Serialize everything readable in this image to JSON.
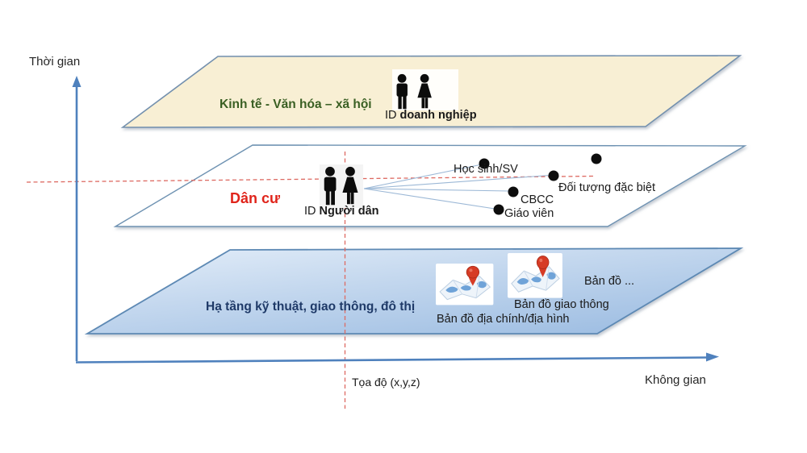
{
  "axes": {
    "y_axis_label": "Thời gian",
    "x_axis_label": "Không gian",
    "origin_label": "Tọa độ (x,y,z)"
  },
  "layers": {
    "economy": {
      "name": "Kinh tế - Văn hóa – xã hội",
      "entity_id_prefix": "ID ",
      "entity_id_name": "doanh nghiệp"
    },
    "population": {
      "name": "Dân cư",
      "entity_id_prefix": "ID ",
      "entity_id_name": "Người dân",
      "groups": {
        "students": "Học sinh/SV",
        "civil_servants": "CBCC",
        "teachers": "Giáo viên",
        "special_subjects": "Đối tượng đặc biệt"
      }
    },
    "infrastructure": {
      "name": "Hạ tầng kỹ thuật, giao thông, đô thị",
      "maps": {
        "cadastral_topographic": "Bản đồ địa chính/địa hình",
        "traffic": "Bản đồ giao thông",
        "other": "Bản đồ ..."
      }
    }
  },
  "icons": {
    "economy_icon": "people-icon",
    "population_icon": "people-icon",
    "map_icon_1": "map-pin-icon",
    "map_icon_2": "map-pin-icon"
  },
  "colors": {
    "axis_blue": "#4f81bd",
    "guide_red": "#dd6a62",
    "connector_blue": "#9cb8d6",
    "economy_fill": "#f8efd4",
    "economy_text": "#3a5f23",
    "population_fill": "#ffffff",
    "population_text": "#e0241b",
    "infrastructure_fill_light": "#e4eef9",
    "infrastructure_fill_dark": "#9dbde2",
    "infrastructure_text": "#1f3a68",
    "plane_border": "#7390ae",
    "dot_black": "#0d0d0d"
  }
}
